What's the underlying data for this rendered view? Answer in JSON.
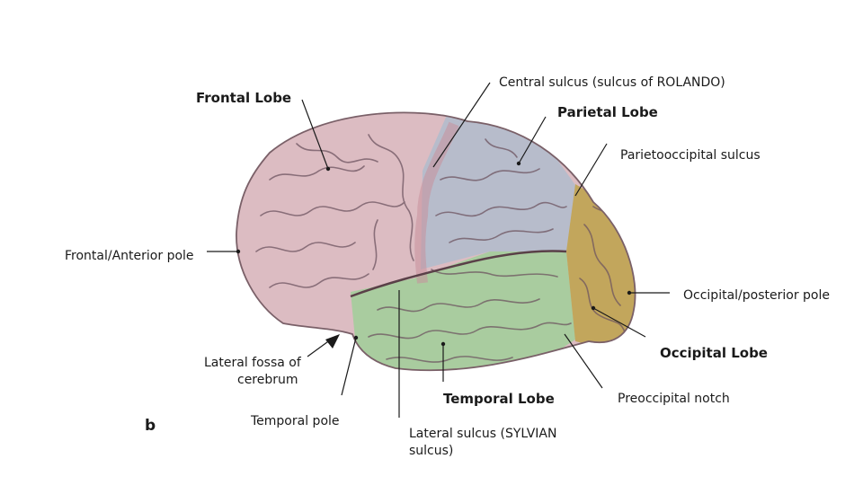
{
  "panel_letter": "b",
  "labels": {
    "frontal_lobe": "Frontal Lobe",
    "central_sulcus": "Central sulcus (sulcus of ROLANDO)",
    "parietal_lobe": "Parietal Lobe",
    "parietooccipital_sulcus": "Parietooccipital sulcus",
    "frontal_pole": "Frontal/Anterior pole",
    "occipital_pole": "Occipital/posterior pole",
    "occipital_lobe": "Occipital Lobe",
    "lateral_fossa_line1": "Lateral fossa of",
    "lateral_fossa_line2": "cerebrum",
    "temporal_lobe": "Temporal Lobe",
    "preoccipital_notch": "Preoccipital notch",
    "temporal_pole": "Temporal pole",
    "lateral_sulcus_line1": "Lateral sulcus (SYLVIAN",
    "lateral_sulcus_line2": "sulcus)"
  },
  "colors": {
    "frontal": "#dcbcc2",
    "parietal": "#b7bccb",
    "temporal": "#a9cc9f",
    "occipital": "#c2a65c",
    "gyrus_line": "#6e5560",
    "leader_line": "#1a1a1a"
  }
}
